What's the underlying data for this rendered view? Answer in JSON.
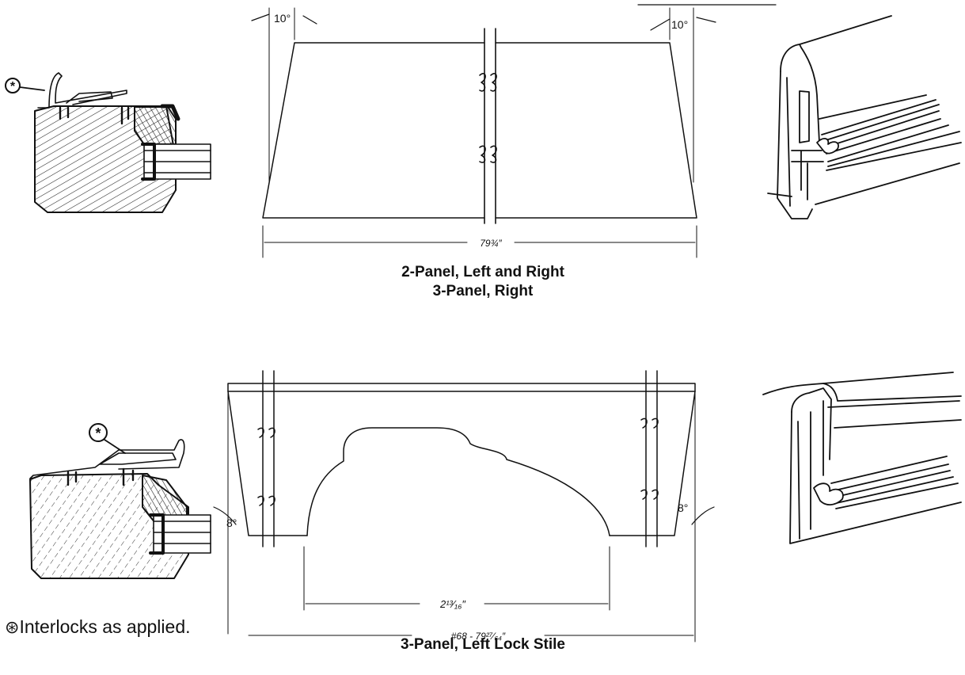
{
  "top": {
    "angle_left": "10°",
    "angle_right": "10°",
    "width_dim": "79¾″",
    "caption_line1": "2-Panel, Left and Right",
    "caption_line2": "3-Panel, Right"
  },
  "bottom": {
    "angle_left": "8°",
    "angle_right": "8°",
    "inner_dim": "2¹³⁄₁₆″",
    "overall_dim": "#68 - 79²⁷⁄₆₄″",
    "caption": "3-Panel, Left Lock Stile"
  },
  "callout_symbol": "⊛",
  "footnote": {
    "symbol": "⊛",
    "text": "Interlocks as applied."
  },
  "icons": [
    "asterisk-circle-icon",
    "break-mark-icon",
    "dimension-arrow-icon"
  ],
  "colors": {
    "ink": "#111111",
    "paper": "#ffffff"
  }
}
